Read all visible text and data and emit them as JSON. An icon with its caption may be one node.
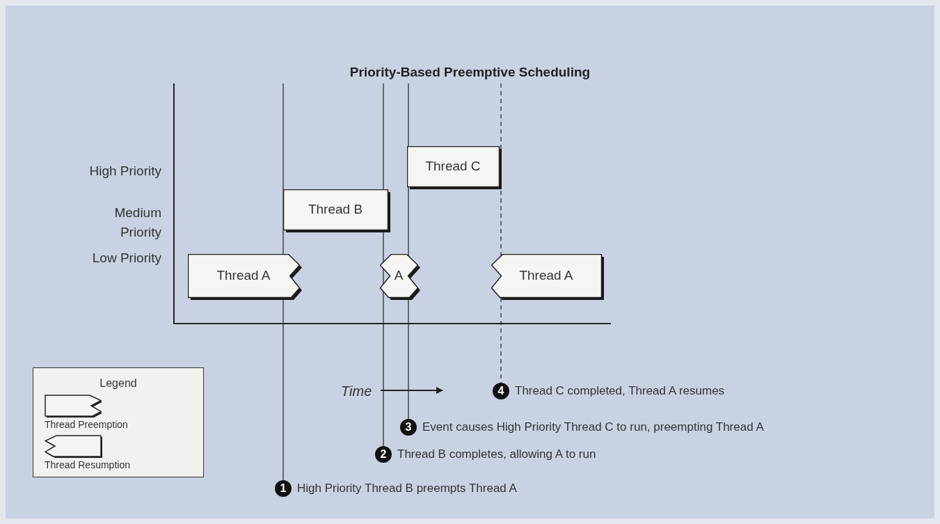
{
  "diagram": {
    "title": "Priority-Based Preemptive Scheduling",
    "nodes": [
      {
        "text": [
          "Thread A"
        ]
      },
      {
        "text": [
          "Thread B"
        ]
      },
      {
        "text": [
          "A"
        ]
      },
      {
        "text": [
          "Thread C"
        ]
      },
      {
        "text": [
          "Thread A"
        ]
      },
      {
        "text": [
          "1"
        ],
        "beside": [
          "High Priority Thread B preempts Thread A"
        ]
      },
      {
        "text": [
          "2"
        ],
        "beside": [
          "Thread B completes, allowing A to run"
        ]
      },
      {
        "text": [
          "3"
        ],
        "beside": [
          "Event causes High Priority Thread C to run, preempting Thread A"
        ]
      },
      {
        "text": [
          "4"
        ],
        "beside": [
          "Thread C completed, Thread A resumes"
        ]
      }
    ],
    "labels": [
      "High Priority",
      "Medium Priority",
      "Low Priority",
      "Time",
      "Legend"
    ],
    "legend": [
      {
        "text": "Thread Preemption"
      },
      {
        "text": "Thread Resumption"
      }
    ]
  }
}
